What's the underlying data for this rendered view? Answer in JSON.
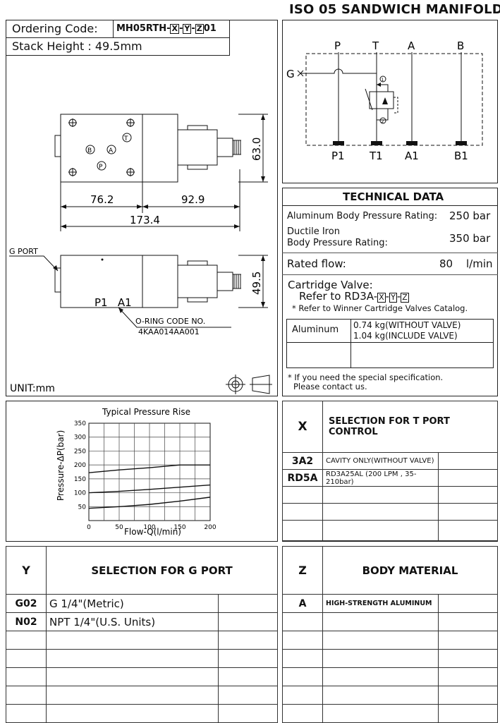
{
  "header": {
    "title": "ISO 05 SANDWICH MANIFOLD"
  },
  "ordering": {
    "label": "Ordering Code:",
    "code_prefix": "MH05RTH-",
    "x": "X",
    "y": "Y",
    "z": "Z",
    "code_suffix": "01",
    "stack_height": "Stack Height : 49.5mm"
  },
  "drawing": {
    "dim_top": "63.0",
    "dim_left": "76.2",
    "dim_right": "92.9",
    "dim_total": "173.4",
    "dim_side": "49.5",
    "g_port_label": "G PORT",
    "port_labels_face": {
      "b": "B",
      "a": "A",
      "t": "T",
      "p": "P"
    },
    "side_ports": "P1   A1",
    "oring_label": "O-RING CODE NO.",
    "oring_code": "4KAA014AA001",
    "unit": "UNIT:mm"
  },
  "schematic": {
    "ports_top": [
      "P",
      "T",
      "A",
      "B"
    ],
    "ports_bottom": [
      "P1",
      "T1",
      "A1",
      "B1"
    ],
    "g_label": "G",
    "mark1": "1",
    "mark2": "2"
  },
  "technical": {
    "title": "TECHNICAL DATA",
    "aluminum_label": "Aluminum Body Pressure Rating:",
    "aluminum_value": "250 bar",
    "ductile_label_1": "Ductile Iron",
    "ductile_label_2": "Body Pressure Rating:",
    "ductile_value": "350 bar",
    "flow_label": "Rated flow:",
    "flow_value": "80",
    "flow_unit": "l/min",
    "cartridge_label": "Cartridge Valve:",
    "cartridge_ref": "Refer to RD3A-",
    "cartridge_note": "* Refer to Winner Cartridge Valves Catalog.",
    "weight_material": "Aluminum",
    "weight_1": "0.74  kg(WITHOUT VALVE)",
    "weight_2": "1.04  kg(INCLUDE VALVE)",
    "special_1": "* If you need the special specification.",
    "special_2": "Please contact us."
  },
  "chart_data": {
    "type": "line",
    "title": "Typical Pressure Rise",
    "xlabel": "Flow-Q(l/min)",
    "ylabel": "Pressure-ΔP(bar)",
    "xlim": [
      0,
      200
    ],
    "ylim": [
      0,
      350
    ],
    "xticks": [
      0,
      50,
      100,
      150,
      200
    ],
    "yticks": [
      50,
      100,
      150,
      200,
      250,
      300,
      350
    ],
    "grid": true,
    "series": [
      {
        "x": [
          0,
          50,
          100,
          150,
          200
        ],
        "values": [
          172,
          182,
          190,
          200,
          200
        ]
      },
      {
        "x": [
          0,
          50,
          100,
          150,
          200
        ],
        "values": [
          100,
          105,
          112,
          120,
          128
        ]
      },
      {
        "x": [
          0,
          50,
          100,
          150,
          200
        ],
        "values": [
          44,
          50,
          58,
          70,
          84
        ]
      }
    ]
  },
  "table_x": {
    "letter": "X",
    "title": "SELECTION FOR T PORT CONTROL",
    "rows": [
      {
        "code": "3A2",
        "desc": "CAVITY ONLY(WITHOUT VALVE)"
      },
      {
        "code": "RD5A",
        "desc": "RD3A25AL (200 LPM , 35-210bar)"
      }
    ]
  },
  "table_y": {
    "letter": "Y",
    "title": "SELECTION FOR G PORT",
    "rows": [
      {
        "code": "G02",
        "desc": "G 1/4\"(Metric)"
      },
      {
        "code": "N02",
        "desc": "NPT 1/4\"(U.S. Units)"
      }
    ]
  },
  "table_z": {
    "letter": "Z",
    "title": "BODY MATERIAL",
    "rows": [
      {
        "code": "A",
        "desc": "HIGH-STRENGTH ALUMINUM"
      }
    ]
  }
}
